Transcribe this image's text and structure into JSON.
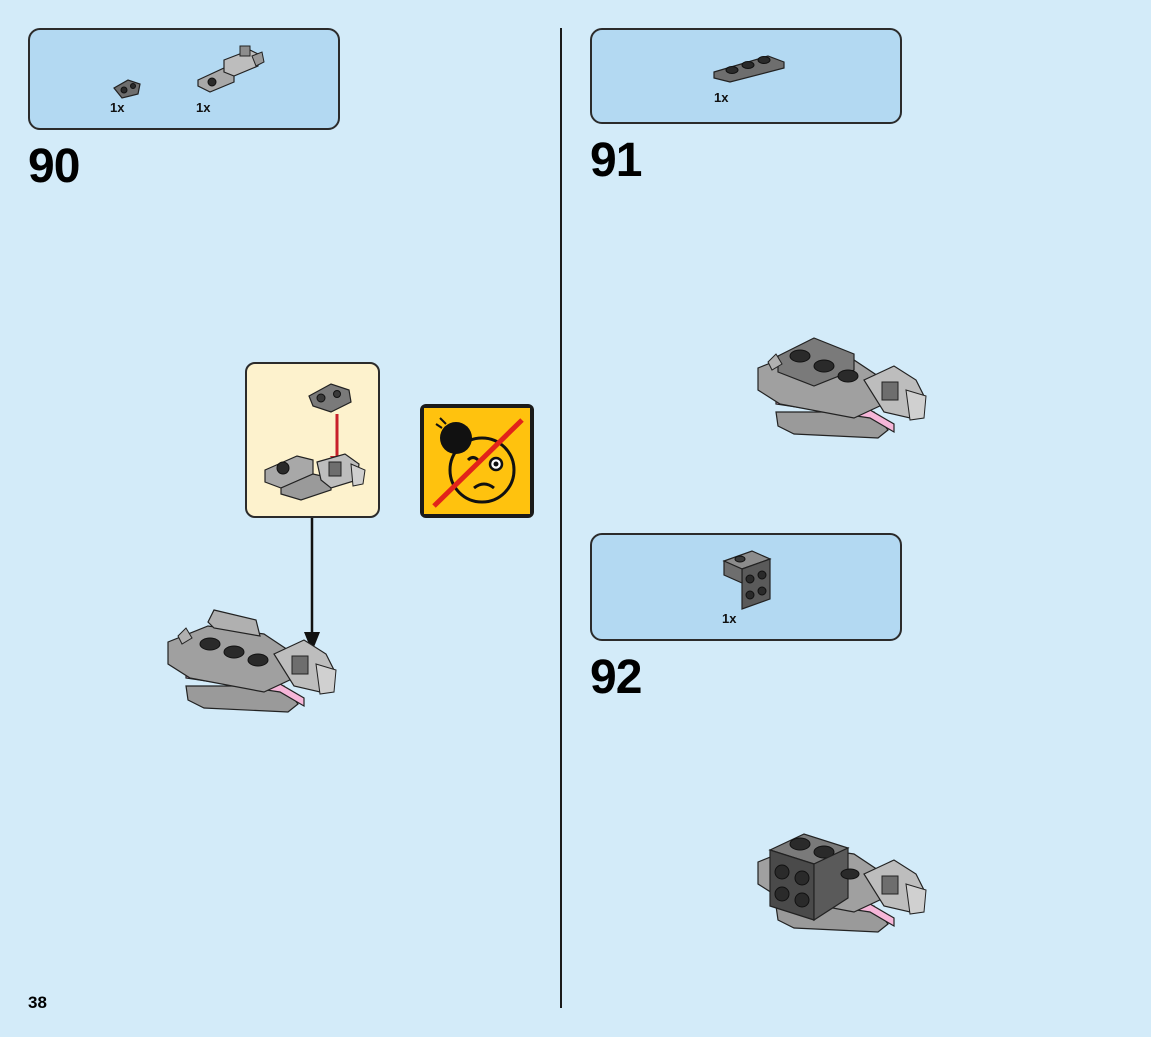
{
  "page": {
    "number": "38"
  },
  "steps": [
    {
      "number": "90",
      "parts": [
        {
          "qty": "1x",
          "icon": "clip-plate-icon"
        },
        {
          "qty": "1x",
          "icon": "sub-assembly-icon"
        }
      ]
    },
    {
      "number": "91",
      "parts": [
        {
          "qty": "1x",
          "icon": "plate-1x3-icon"
        }
      ]
    },
    {
      "number": "92",
      "parts": [
        {
          "qty": "1x",
          "icon": "bracket-2x2-icon"
        }
      ]
    }
  ],
  "warning": {
    "icon": "no-small-ball-choking-hazard-icon"
  },
  "colors": {
    "background": "#d3ebf9",
    "parts_box": "#b3d9f2",
    "callout": "#fdf2cd",
    "warning_yellow": "#ffc20e",
    "warning_red": "#e2231a",
    "brick_gray": "#a0a0a0",
    "brick_dark": "#5a5a5a",
    "brick_pink": "#f6b6d9",
    "arrow_red": "#c8202a"
  }
}
